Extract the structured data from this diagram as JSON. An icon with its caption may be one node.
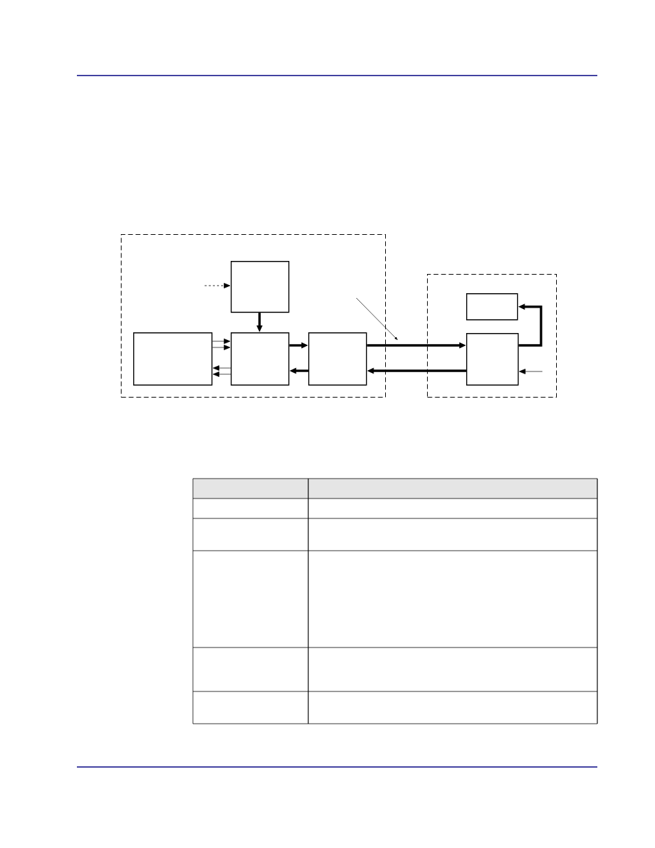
{
  "diagram": {
    "nodes": [
      {
        "text": [],
        "shape": "frame"
      },
      {
        "text": [],
        "shape": "box",
        "in": 0
      },
      {
        "text": [],
        "shape": "box",
        "in": 0
      },
      {
        "text": [],
        "shape": "box",
        "in": 0
      },
      {
        "text": [],
        "shape": "box",
        "in": 0
      },
      {
        "text": [],
        "shape": "frame"
      },
      {
        "text": [],
        "shape": "box",
        "in": 5
      },
      {
        "text": [],
        "shape": "box",
        "in": 5
      }
    ],
    "edges": [
      {
        "from": null,
        "to": 1,
        "arrow": "to",
        "style": "dashed"
      },
      {
        "from": 1,
        "to": 3,
        "arrow": "to",
        "style": "thick"
      },
      {
        "from": 2,
        "to": 3,
        "arrow": "to"
      },
      {
        "from": 2,
        "to": 3,
        "arrow": "to"
      },
      {
        "from": 3,
        "to": 2,
        "arrow": "to"
      },
      {
        "from": 3,
        "to": 2,
        "arrow": "to"
      },
      {
        "from": 3,
        "to": 4,
        "arrow": "to",
        "style": "thick"
      },
      {
        "from": 4,
        "to": 3,
        "arrow": "to",
        "style": "thick"
      },
      {
        "from": 4,
        "to": 7,
        "arrow": "to",
        "style": "thick"
      },
      {
        "from": 7,
        "to": 4,
        "arrow": "to",
        "style": "thick"
      },
      {
        "from": 7,
        "to": 6,
        "arrow": "to",
        "style": "thick"
      },
      {
        "from": null,
        "to": 7,
        "arrow": "to"
      }
    ]
  }
}
